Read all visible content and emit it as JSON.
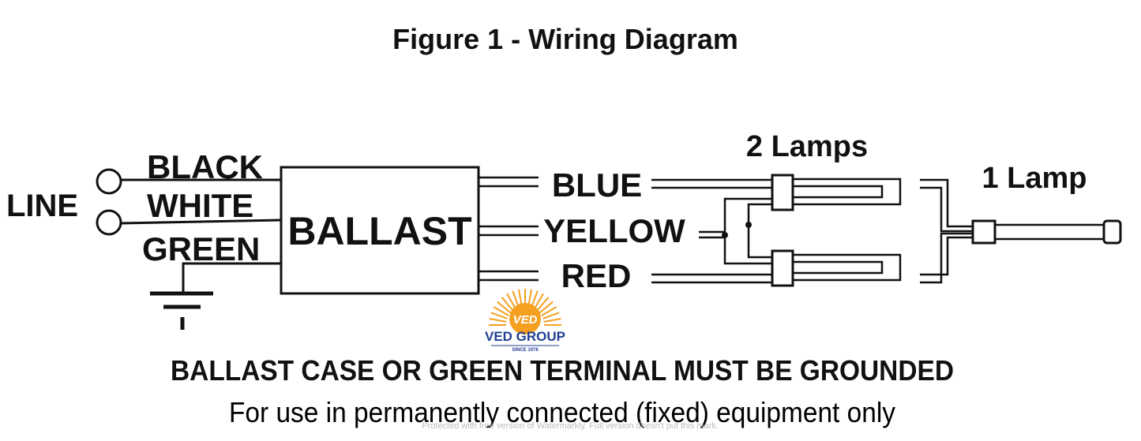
{
  "title": "Figure 1 - Wiring Diagram",
  "line_label": "LINE",
  "wires_in": {
    "black": "BLACK",
    "white": "WHITE",
    "green": "GREEN"
  },
  "ballast_label": "BALLAST",
  "wires_out": {
    "blue": "BLUE",
    "yellow": "YELLOW",
    "red": "RED"
  },
  "lamps": {
    "two_lamps": "2 Lamps",
    "one_lamp": "1 Lamp"
  },
  "logo": {
    "mark": "VED",
    "name": "VED GROUP",
    "since": "SINCE 1976",
    "colors": {
      "sun": "#f5a021",
      "text": "#1f3f93"
    }
  },
  "notes": {
    "ground": "BALLAST CASE OR GREEN TERMINAL MUST BE GROUNDED",
    "use": "For use in permanently connected (fixed) equipment only"
  },
  "watermark": "Protected with free version of Watermarkly. Full version doesn't put this mark."
}
